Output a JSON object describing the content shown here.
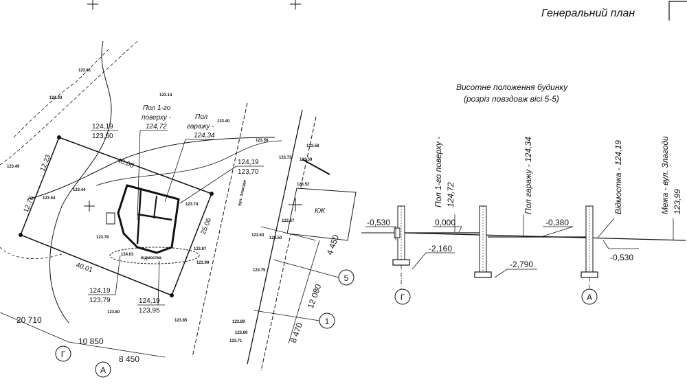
{
  "title": "Генеральний план",
  "section": {
    "heading_line1": "Висотне положення будинку",
    "heading_line2": "(розріз повздовж вісі 5-5)",
    "labels": {
      "floor1": "Пол 1-го поверху -",
      "floor1_value": "124,72",
      "garage": "Пол гаражу - 124,34",
      "blind_area": "Відмостка - 124,19",
      "boundary": "Межа - вул. Злагоди",
      "boundary_value": "123,99"
    },
    "elevations": {
      "left": "-0,530",
      "zero": "0,000",
      "foot1": "-2,160",
      "garage_floor": "-0,380",
      "foot2": "-2,790",
      "right": "-0,530"
    },
    "axes": {
      "g": "Г",
      "a": "А"
    }
  },
  "plan": {
    "callouts": {
      "floor1_l1": "Пол 1-го",
      "floor1_l2": "поверху -",
      "floor1_l3": "124,72",
      "garage_l1": "Пол",
      "garage_l2": "гаражу -",
      "garage_l3": "124,34"
    },
    "marks": {
      "nw_top": "124,19",
      "nw_bot": "123,60",
      "ne_top": "124,19",
      "ne_bot": "123,70",
      "sw_top": "124,19",
      "sw_bot": "123,79",
      "se_top": "124,19",
      "se_bot": "123,95"
    },
    "dims": {
      "top": "40.00",
      "bottom": "40.01",
      "right": "25.06",
      "left_top": "12.23",
      "left_mid": "12.76",
      "d20710": "20 710",
      "d10850": "10 850",
      "d8450": "8 450",
      "d4450": "4 450",
      "d12080": "12 080",
      "d8470": "8 470"
    },
    "axes": {
      "g": "Г",
      "a": "А",
      "five": "5",
      "one": "1"
    },
    "points": [
      "123.61",
      "124.03",
      "123.49",
      "123.54",
      "123.14",
      "123.44",
      "123.40",
      "123.56",
      "123.58",
      "123.59",
      "123.73",
      "123.52",
      "123.67",
      "123.63",
      "123.50",
      "123.74",
      "123.87",
      "123.99",
      "123.80",
      "123.85",
      "123.75",
      "123.71",
      "123.69",
      "123.78",
      "123.89",
      "124.03"
    ],
    "building_label": "КЖ",
    "street_label": "вул. Злагоди",
    "blind_label": "відмостка"
  }
}
